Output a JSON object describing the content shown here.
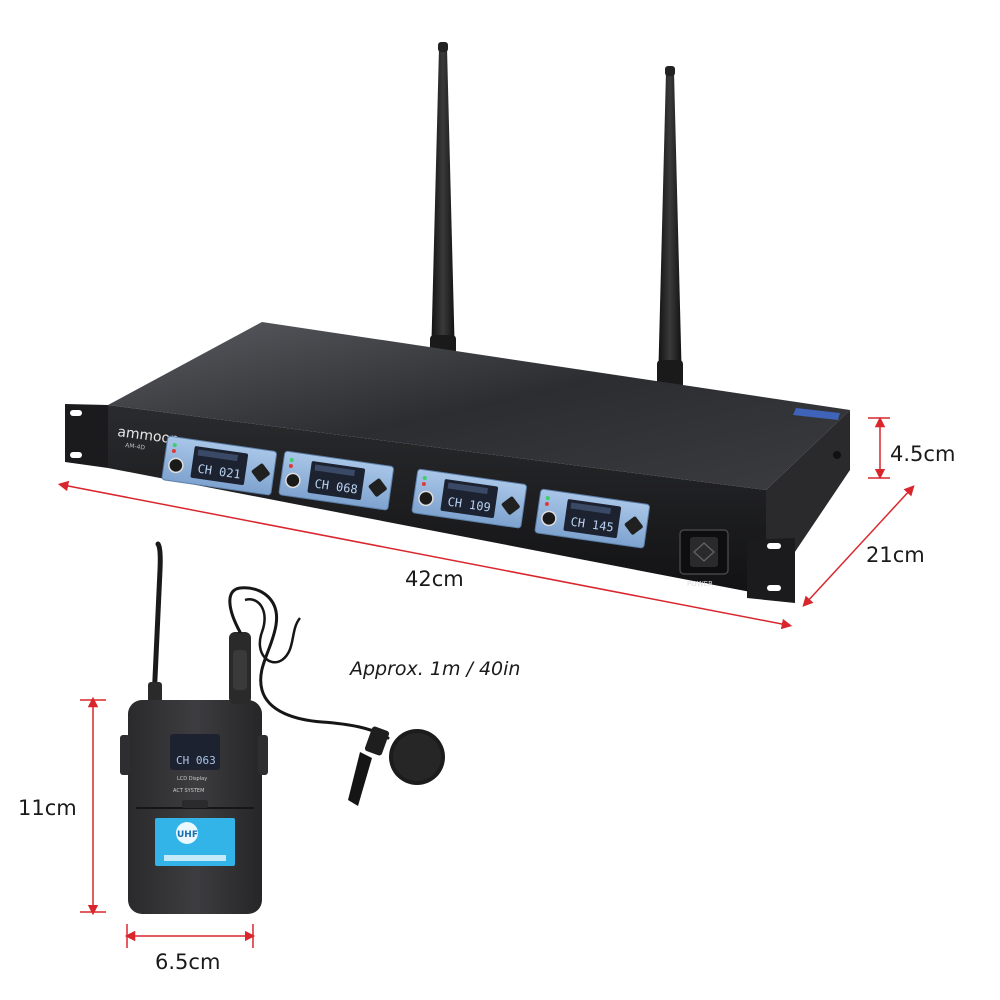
{
  "product": {
    "brand": "ammoon",
    "model": "AM-4D",
    "power_label": "POWER",
    "channel_displays": [
      "CH 021",
      "CH 068",
      "CH 109",
      "CH 145"
    ],
    "transmitter_display": "CH 063",
    "transmitter_lcd_label": "LCD Display",
    "transmitter_system_label": "ACT SYSTEM",
    "uhf_badge": "UHF"
  },
  "dimensions": {
    "receiver_height": "4.5cm",
    "receiver_depth": "21cm",
    "receiver_width": "42cm",
    "transmitter_height": "11cm",
    "transmitter_width": "6.5cm",
    "cable_length": "Approx. 1m / 40in"
  },
  "colors": {
    "dimension_line": "#d9262c",
    "panel_blue": "#8fb3dd",
    "lcd_bg": "#1d2230",
    "body_dark": "#1f1f22"
  }
}
